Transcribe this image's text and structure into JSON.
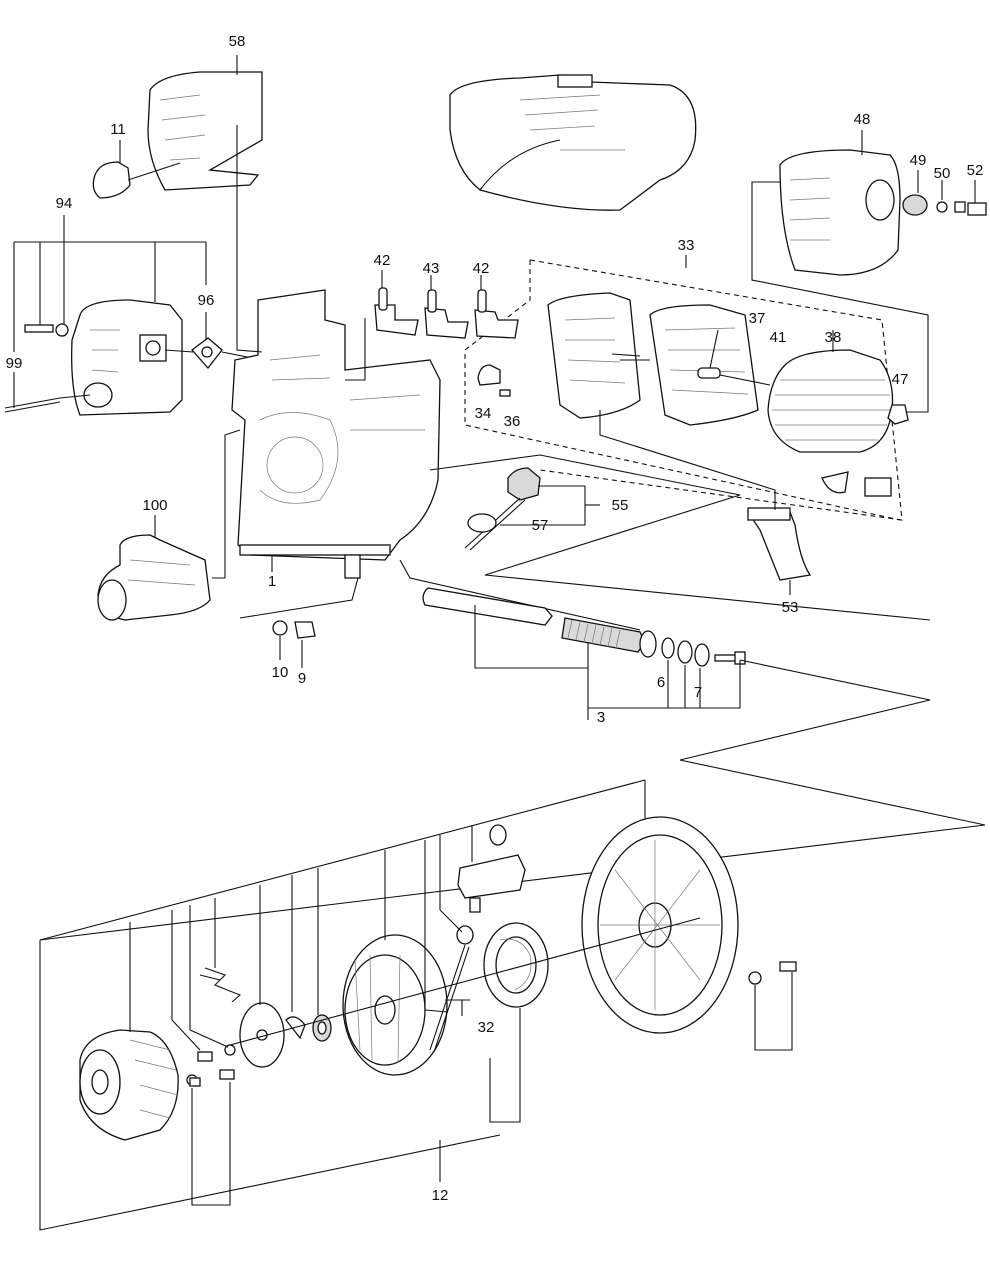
{
  "callouts": {
    "c58": "58",
    "c11": "11",
    "c94": "94",
    "c96": "96",
    "c99": "99",
    "c42a": "42",
    "c43": "43",
    "c42b": "42",
    "c33": "33",
    "c48": "48",
    "c49": "49",
    "c50": "50",
    "c52": "52",
    "c37": "37",
    "c41": "41",
    "c38": "38",
    "c47": "47",
    "c34": "34",
    "c36": "36",
    "c55": "55",
    "c57": "57",
    "c100": "100",
    "c1": "1",
    "c53": "53",
    "c10": "10",
    "c9": "9",
    "c6": "6",
    "c7": "7",
    "c3": "3",
    "c32": "32",
    "c12": "12"
  },
  "colors": {
    "line": "#111111",
    "background": "#ffffff",
    "shade": "#d9d9d9"
  }
}
